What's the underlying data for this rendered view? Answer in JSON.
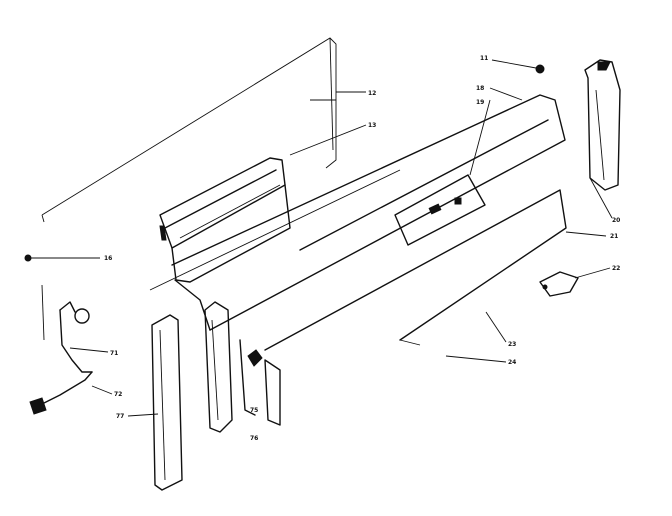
{
  "diagram": {
    "style": "black-and-white exploded parts view",
    "callouts": [
      {
        "id": "c-top-right-screw",
        "text": "11"
      },
      {
        "id": "c-back-panel-upper",
        "text": "12"
      },
      {
        "id": "c-back-panel-lower",
        "text": "13"
      },
      {
        "id": "c-left-screw",
        "text": "16"
      },
      {
        "id": "c-console-top-a",
        "text": "18"
      },
      {
        "id": "c-console-top-b",
        "text": "19"
      },
      {
        "id": "c-right-end-cap",
        "text": "20"
      },
      {
        "id": "c-front-panel",
        "text": "21"
      },
      {
        "id": "c-bracket",
        "text": "22"
      },
      {
        "id": "c-screw-a",
        "text": "23"
      },
      {
        "id": "c-screw-b",
        "text": "24"
      },
      {
        "id": "c-harness-a",
        "text": "71"
      },
      {
        "id": "c-harness-b",
        "text": "72"
      },
      {
        "id": "c-strip",
        "text": "77"
      },
      {
        "id": "c-left-end-cap",
        "text": "75"
      },
      {
        "id": "c-left-end-cap-b",
        "text": "76"
      }
    ]
  }
}
